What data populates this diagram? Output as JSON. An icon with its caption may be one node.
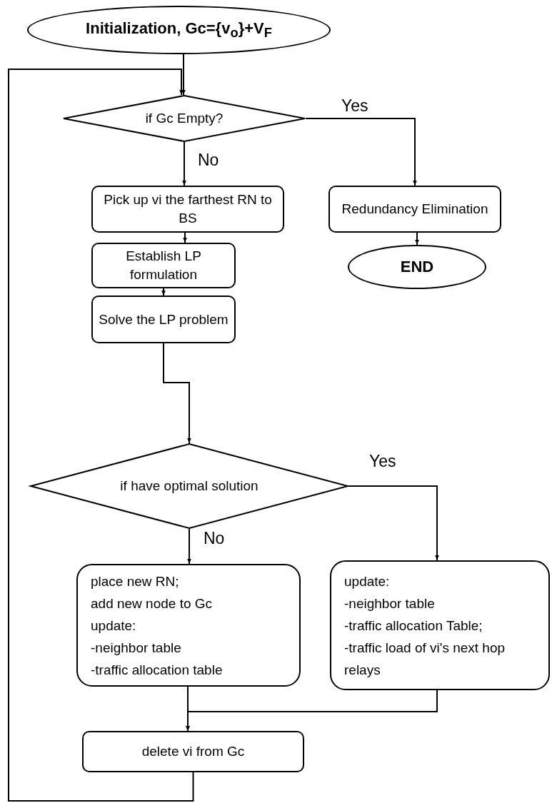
{
  "diagram": {
    "nodes": [
      {
        "text": [
          "Initialization, Gc={v$_{o}$}+V$_{F}$"
        ]
      },
      {
        "text": [
          "if Gc Empty?"
        ]
      },
      {
        "text": [
          "Pick up vi the farthest RN to BS"
        ]
      },
      {
        "text": [
          "Redundancy Elimination"
        ]
      },
      {
        "text": [
          "END"
        ]
      },
      {
        "text": [
          "Establish LP formulation"
        ]
      },
      {
        "text": [
          "Solve the LP problem"
        ]
      },
      {
        "text": [
          "if have optimal solution"
        ]
      },
      {
        "text": [
          "place new RN;",
          "add new node to Gc",
          "update:",
          "-neighbor table",
          "-traffic allocation table"
        ]
      },
      {
        "text": [
          "update:",
          "-neighbor table",
          "-traffic allocation Table;",
          "-traffic load of vi's next hop relays"
        ]
      },
      {
        "text": [
          "delete vi from Gc"
        ]
      }
    ],
    "edges": [
      {
        "from": 0,
        "to": 1,
        "arrow": "to"
      },
      {
        "from": 1,
        "to": 3,
        "arrow": "to",
        "label": "Yes"
      },
      {
        "from": 1,
        "to": 2,
        "arrow": "to",
        "label": "No"
      },
      {
        "from": 3,
        "to": 4,
        "arrow": "to"
      },
      {
        "from": 2,
        "to": 5,
        "arrow": "to"
      },
      {
        "from": 5,
        "to": 6,
        "arrow": "to"
      },
      {
        "from": 6,
        "to": 7,
        "arrow": "to"
      },
      {
        "from": 7,
        "to": 8,
        "arrow": "to",
        "label": "No"
      },
      {
        "from": 7,
        "to": 9,
        "arrow": "to",
        "label": "Yes"
      },
      {
        "from": 8,
        "to": 10,
        "arrow": "to"
      },
      {
        "from": 9,
        "to": 10,
        "arrow": "to"
      },
      {
        "from": 10,
        "to": 1,
        "arrow": "to"
      }
    ]
  }
}
